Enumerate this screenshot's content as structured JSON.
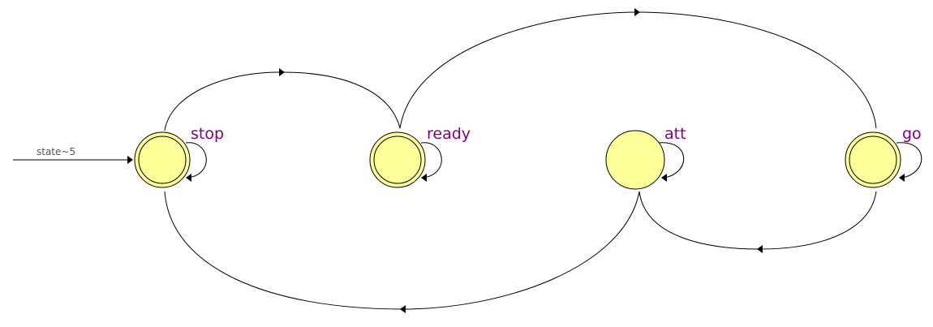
{
  "diagram": {
    "type": "state-machine",
    "initial_transition": {
      "label": "state~5",
      "target": "stop"
    },
    "states": [
      {
        "id": "stop",
        "label": "stop",
        "final": true
      },
      {
        "id": "ready",
        "label": "ready",
        "final": true
      },
      {
        "id": "att",
        "label": "att",
        "final": false
      },
      {
        "id": "go",
        "label": "go",
        "final": true
      }
    ],
    "transitions": [
      {
        "from": "stop",
        "to": "stop"
      },
      {
        "from": "ready",
        "to": "ready"
      },
      {
        "from": "att",
        "to": "att"
      },
      {
        "from": "go",
        "to": "go"
      },
      {
        "from": "stop",
        "to": "ready"
      },
      {
        "from": "ready",
        "to": "go"
      },
      {
        "from": "go",
        "to": "att"
      },
      {
        "from": "att",
        "to": "stop"
      }
    ],
    "colors": {
      "state_fill": "#ffff99",
      "state_outline": "#000000",
      "edge": "#000000",
      "state_label": "#800080",
      "init_label": "#555555"
    }
  }
}
